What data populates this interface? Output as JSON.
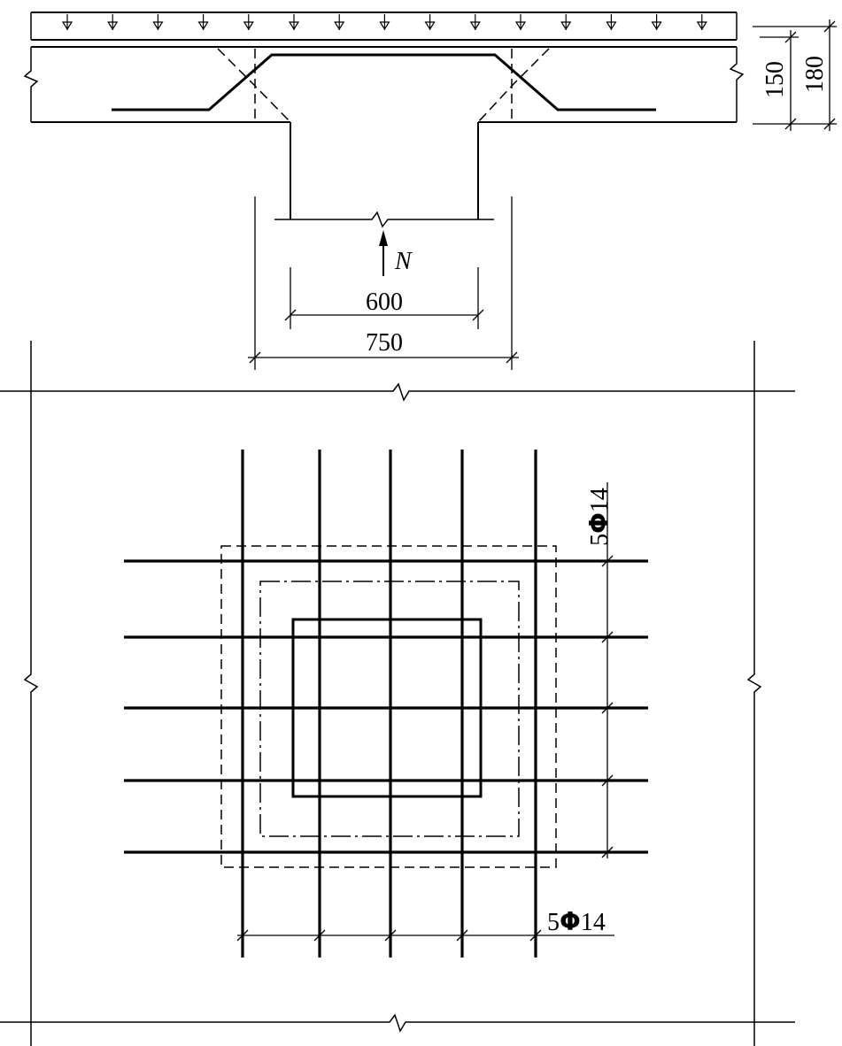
{
  "section": {
    "force_label": "N",
    "dim_column_width": "600",
    "dim_dispersion_width": "750",
    "dim_slab_effective_depth": "150",
    "dim_slab_thickness": "180"
  },
  "plan": {
    "vertical_bars_label": {
      "count": "5",
      "symbol": "Φ",
      "diameter": "14"
    },
    "horizontal_bars_label": {
      "count": "5",
      "symbol": "Φ",
      "diameter": "14"
    }
  }
}
